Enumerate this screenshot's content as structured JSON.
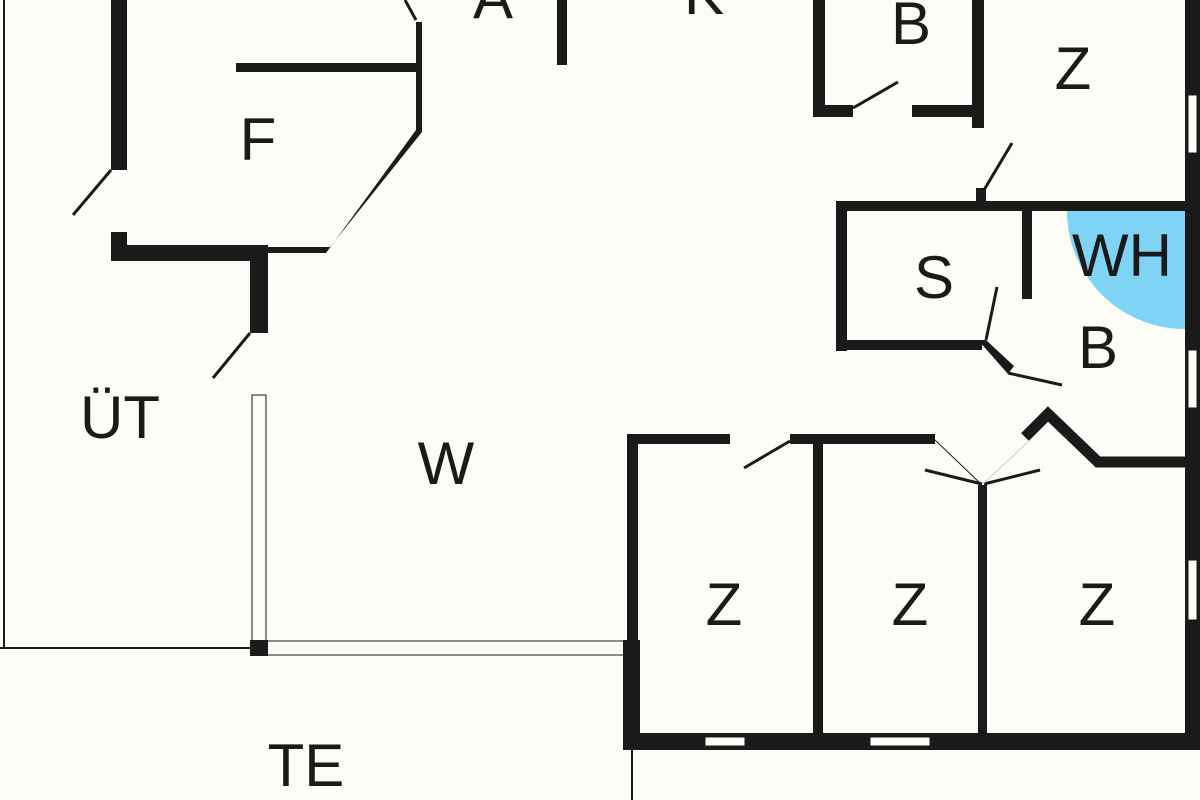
{
  "title": "Floor plan",
  "colors": {
    "wall": "#1a1a1a",
    "background": "#fdfdf8",
    "wellness_area": "#7fd3f5"
  },
  "rooms": {
    "a": "A",
    "k": "K",
    "b_top": "B",
    "z_top": "Z",
    "f": "F",
    "s": "S",
    "wh": "WH",
    "b_right": "B",
    "ut": "ÜT",
    "w": "W",
    "z_left": "Z",
    "z_mid": "Z",
    "z_right": "Z",
    "te": "TE"
  }
}
